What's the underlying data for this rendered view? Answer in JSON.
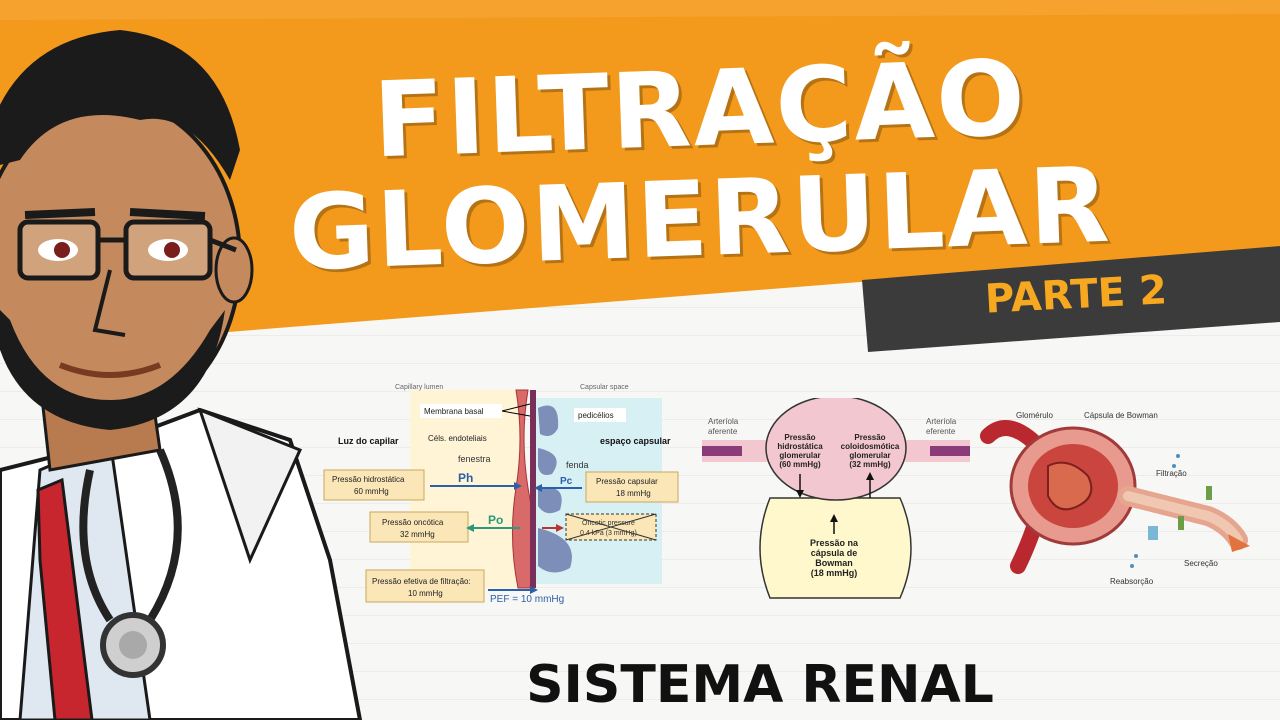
{
  "title": {
    "line1": "FILTRAÇÃO",
    "line2": "GLOMERULAR"
  },
  "subtitle": "PARTE 2",
  "footer": "SISTEMA RENAL",
  "colors": {
    "orange": "#f39a1c",
    "dark_band": "#3b3b3b",
    "accent": "#f6a821"
  },
  "diagram1": {
    "capillary_lumen": "Capillary lumen",
    "capsular_space": "Capsular space",
    "membrana_basal": "Membrana basal",
    "pedicelios": "pedicélios",
    "cels_endoteliais": "Céls. endoteliais",
    "luz_capilar": "Luz do capilar",
    "espaco_capsular": "espaço capsular",
    "fenestra": "fenestra",
    "fenda": "fenda",
    "ph_label": "Ph",
    "pc_label": "Pc",
    "po_label": "Po",
    "pressao_hidro": "Pressão hidrostática",
    "pressao_hidro_val": "60 mmHg",
    "pressao_capsular": "Pressão capsular",
    "pressao_capsular_val": "18 mmHg",
    "pressao_oncotica": "Pressão oncótica",
    "pressao_oncotica_val": "32 mmHg",
    "oncotic_en": "Oncotic pressure",
    "oncotic_en_val": "0.4 kPa (3 mmHg)",
    "pressao_efetiva": "Pressão efetiva de filtração:",
    "pressao_efetiva_val": "10 mmHg",
    "pef": "PEF = 10 mmHg"
  },
  "diagram2": {
    "art_aferente_1": "Arteríola",
    "art_aferente_2": "aferente",
    "art_eferente_1": "Arteríola",
    "art_eferente_2": "eferente",
    "ph_1": "Pressão",
    "ph_2": "hidrostática",
    "ph_3": "glomerular",
    "ph_4": "(60 mmHg)",
    "pc_1": "Pressão",
    "pc_2": "coloidosmótica",
    "pc_3": "glomerular",
    "pc_4": "(32 mmHg)",
    "pb_1": "Pressão na",
    "pb_2": "cápsula de",
    "pb_3": "Bowman",
    "pb_4": "(18 mmHg)"
  },
  "diagram3": {
    "glomerulo": "Glomérulo",
    "capsula": "Cápsula de Bowman",
    "filtracao": "Filtração",
    "secrecao": "Secreção",
    "reabsorcao": "Reabsorção"
  }
}
